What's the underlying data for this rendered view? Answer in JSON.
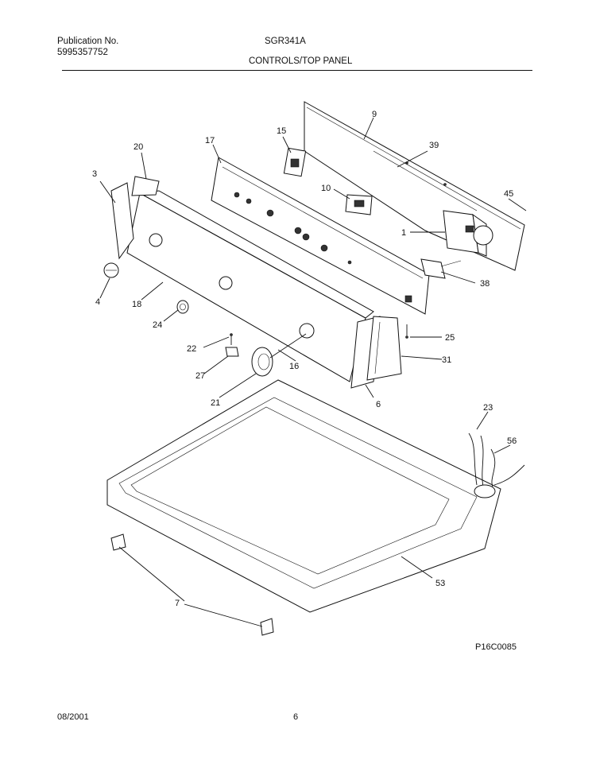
{
  "header": {
    "publication_label": "Publication No.",
    "publication_number": "5995357752",
    "model": "SGR341A",
    "section_title": "CONTROLS/TOP PANEL"
  },
  "callouts": [
    "9",
    "39",
    "15",
    "17",
    "20",
    "10",
    "45",
    "3",
    "1",
    "38",
    "4",
    "18",
    "24",
    "25",
    "22",
    "31",
    "27",
    "16",
    "21",
    "6",
    "23",
    "56",
    "53",
    "7"
  ],
  "drawing_id": "P16C0085",
  "footer": {
    "date": "08/2001",
    "page": "6"
  }
}
